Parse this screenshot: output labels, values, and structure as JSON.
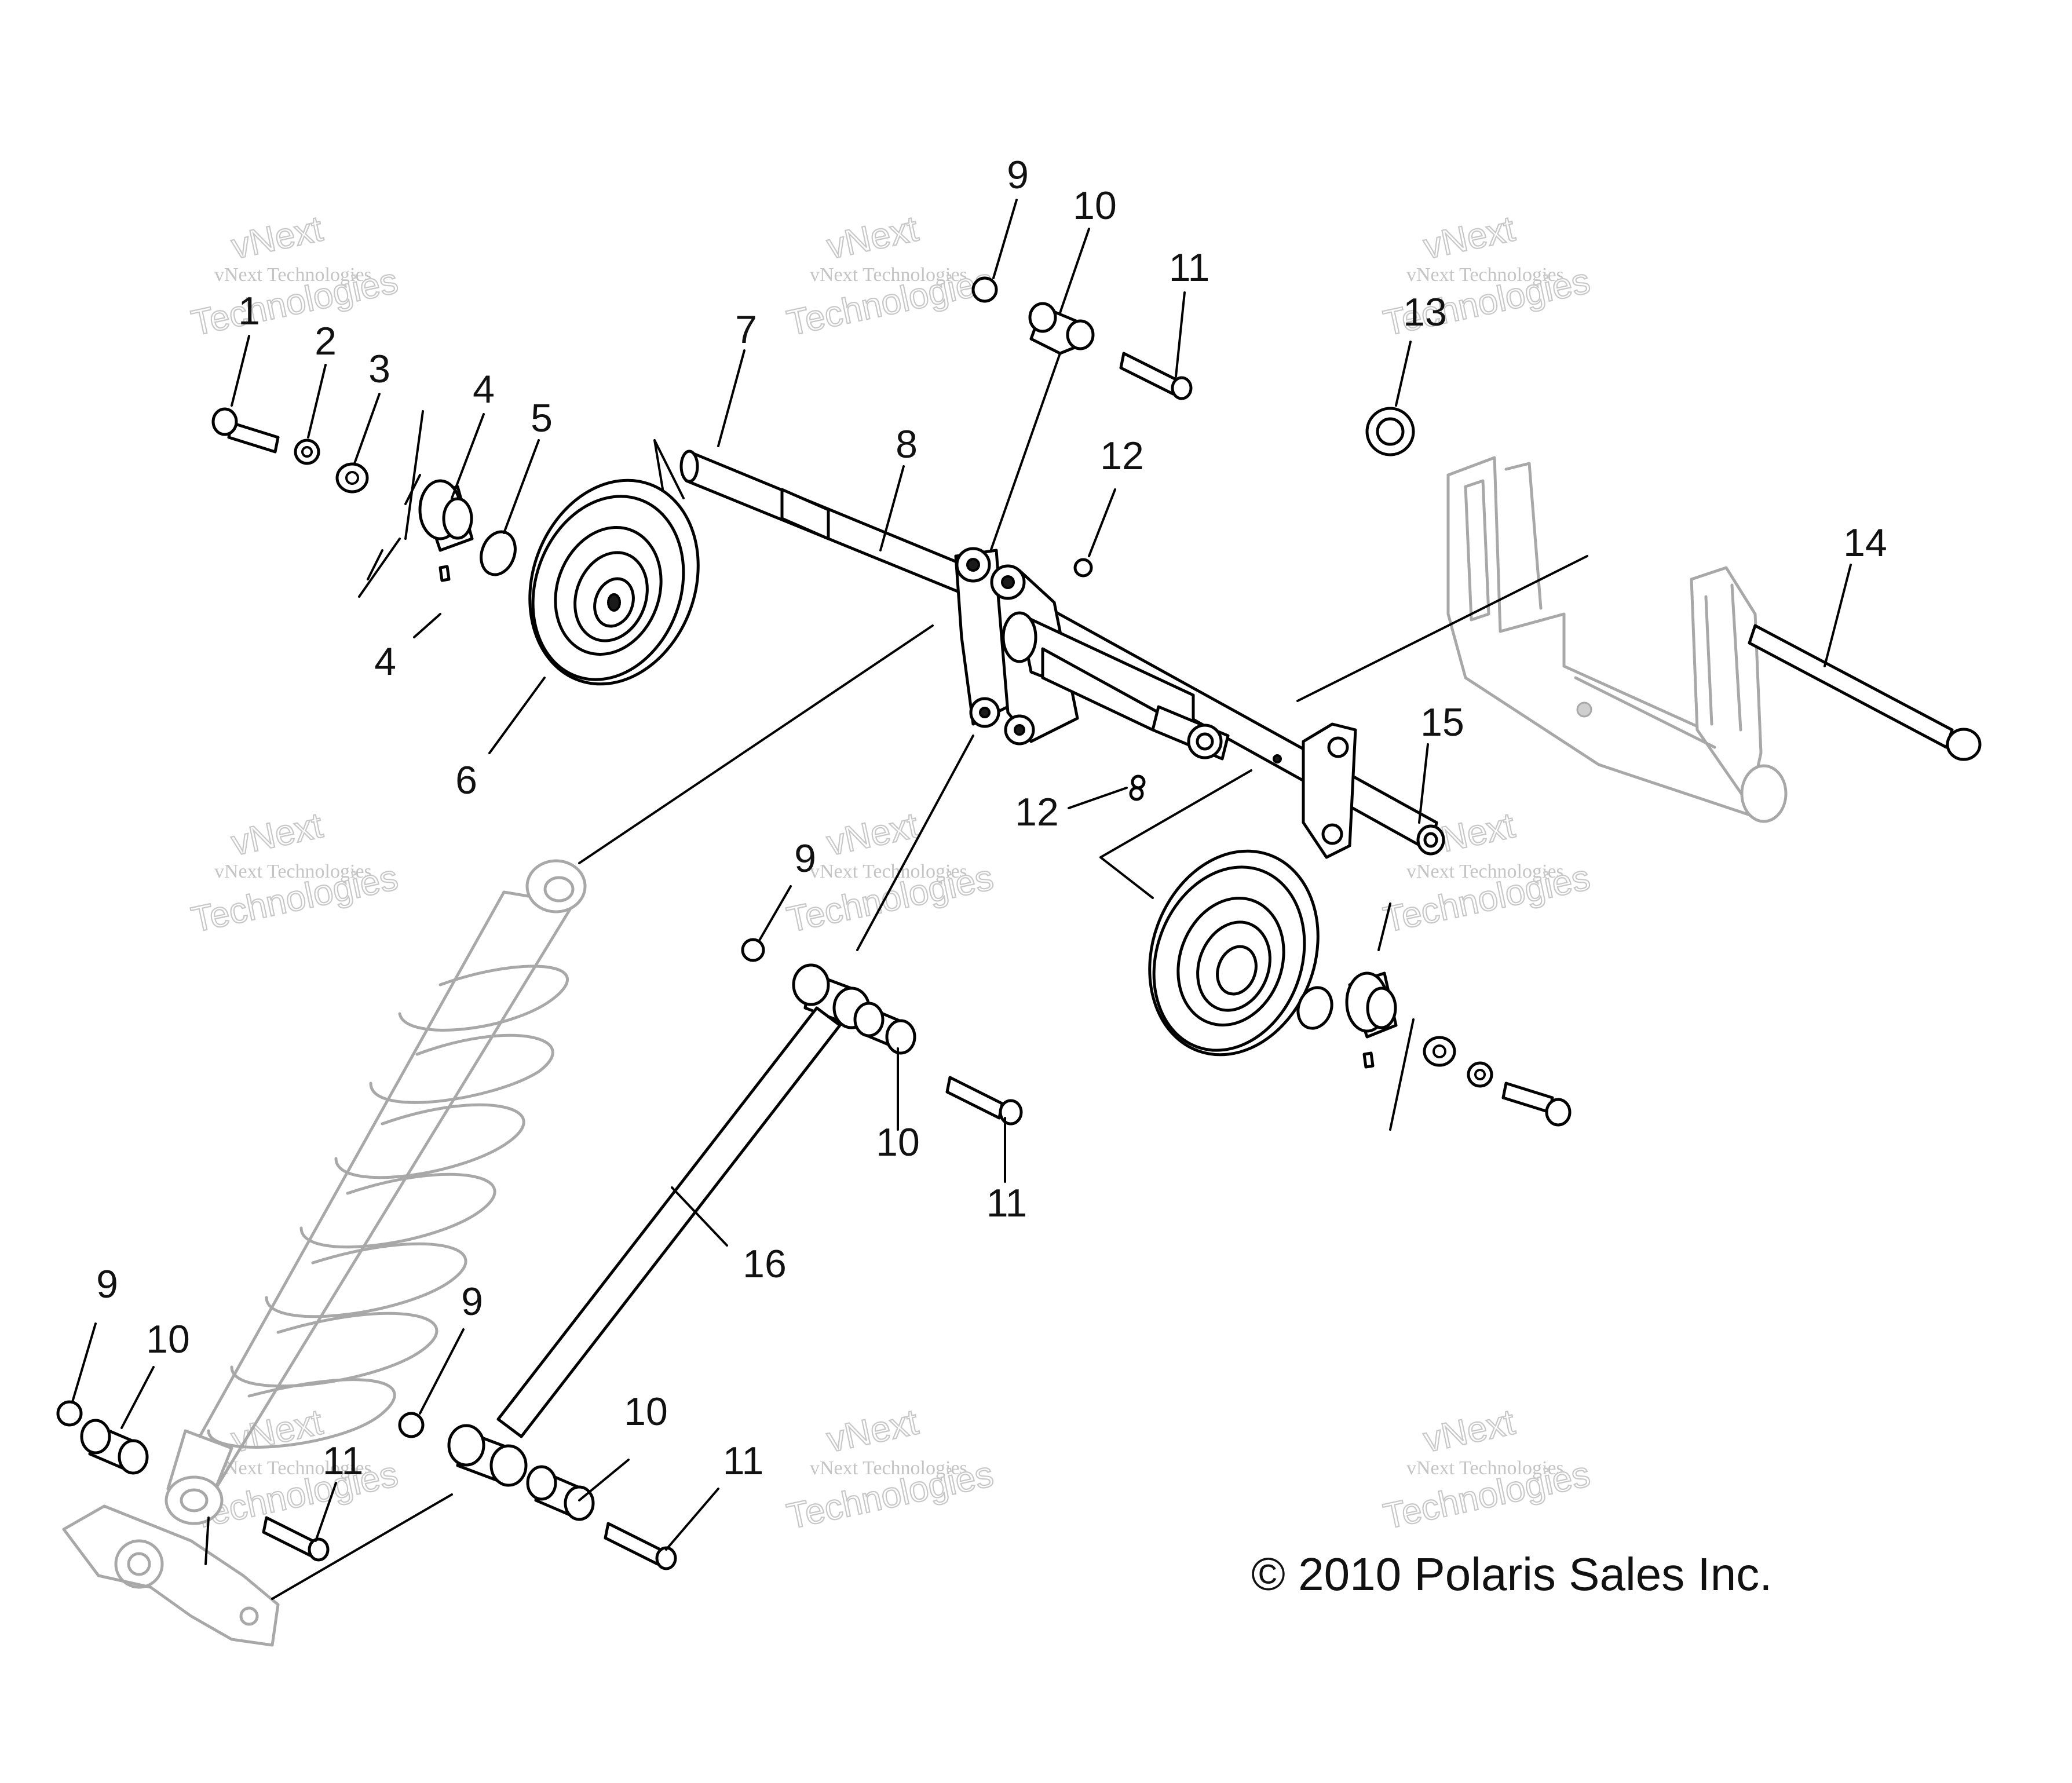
{
  "callouts": [
    {
      "id": "c1",
      "label": "1"
    },
    {
      "id": "c2",
      "label": "2"
    },
    {
      "id": "c3",
      "label": "3"
    },
    {
      "id": "c4a",
      "label": "4"
    },
    {
      "id": "c4b",
      "label": "4"
    },
    {
      "id": "c5",
      "label": "5"
    },
    {
      "id": "c6",
      "label": "6"
    },
    {
      "id": "c7",
      "label": "7"
    },
    {
      "id": "c8",
      "label": "8"
    },
    {
      "id": "c9a",
      "label": "9"
    },
    {
      "id": "c9b",
      "label": "9"
    },
    {
      "id": "c9c",
      "label": "9"
    },
    {
      "id": "c9d",
      "label": "9"
    },
    {
      "id": "c10a",
      "label": "10"
    },
    {
      "id": "c10b",
      "label": "10"
    },
    {
      "id": "c10c",
      "label": "10"
    },
    {
      "id": "c10d",
      "label": "10"
    },
    {
      "id": "c11a",
      "label": "11"
    },
    {
      "id": "c11b",
      "label": "11"
    },
    {
      "id": "c11c",
      "label": "11"
    },
    {
      "id": "c11d",
      "label": "11"
    },
    {
      "id": "c12a",
      "label": "12"
    },
    {
      "id": "c12b",
      "label": "12"
    },
    {
      "id": "c13",
      "label": "13"
    },
    {
      "id": "c14",
      "label": "14"
    },
    {
      "id": "c15",
      "label": "15"
    },
    {
      "id": "c16",
      "label": "16"
    }
  ],
  "copyright": "© 2010 Polaris Sales Inc.",
  "watermark": {
    "line1": "vNext Technologies",
    "line2": "vNext",
    "line3": "Technologies"
  },
  "colors": {
    "line": "#000000",
    "ghost": "#a8a8a8",
    "background": "#ffffff"
  }
}
